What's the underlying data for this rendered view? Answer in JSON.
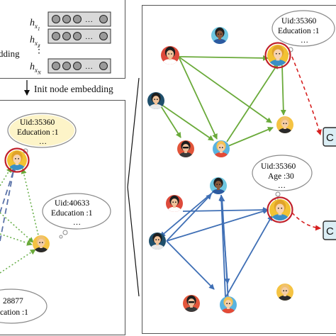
{
  "embedding": {
    "rows": [
      {
        "label_main": "h",
        "label_sub": "x",
        "label_idx": "1",
        "dots": "○ ○ ○  … ○"
      },
      {
        "label_main": "h",
        "label_sub": "x",
        "label_idx": "2",
        "dots": "○ ○ ○  … ○"
      },
      {
        "label_main": "h",
        "label_sub": "x",
        "label_idx": "N",
        "dots": "○ ○ ○  … ○"
      }
    ],
    "vertical_ellipsis": "⋮",
    "left_fragment": "dding"
  },
  "init_label": "Init node embedding",
  "left_graph": {
    "bubbles": [
      {
        "line1": "Uid:35360",
        "line2": "Education :1",
        "line3": "…"
      },
      {
        "line1": "Uid:40633",
        "line2": "Education :1",
        "line3": "…"
      },
      {
        "line1": "28877",
        "line2": "cation :1",
        "line3": ""
      }
    ]
  },
  "right_graph": {
    "bubbles": [
      {
        "line1": "Uid:35360",
        "line2": "Education :1",
        "line3": "…"
      },
      {
        "line1": "Uid:35360",
        "line2": "Age :30",
        "line3": "…"
      }
    ],
    "outputs": [
      {
        "label": "C"
      },
      {
        "label": "C"
      }
    ]
  },
  "colors": {
    "green": "#6aaa3a",
    "blue": "#3f6fb5",
    "red_dash": "#d62020",
    "green_dot": "#6ab04c",
    "output_fill": "#dbeef5",
    "output_border": "#2a2a2a"
  },
  "avatar_palette": {
    "woman": {
      "bg": "#f2c233",
      "hair": "#e1a22a",
      "skin": "#f7d3b0",
      "shirt": "#3a8fc6"
    },
    "man_cap": {
      "bg": "#dd4a3b",
      "hair": "#1d1d1d",
      "skin": "#f1c39b",
      "shirt": "#ffffff"
    },
    "man_dark": {
      "bg": "#6fc7e0",
      "hair": "#1d1d1d",
      "skin": "#8a5a3c",
      "shirt": "#2c5aa0"
    },
    "man_blond": {
      "bg": "#f5c342",
      "hair": "#f0c070",
      "skin": "#f4cda5",
      "shirt": "#2a2a2a"
    },
    "man_glasses": {
      "bg": "#e2553a",
      "hair": "#1d1d1d",
      "skin": "#f0c09b",
      "shirt": "#3a3a3a"
    },
    "girl_blond": {
      "bg": "#59b3e0",
      "hair": "#f3c154",
      "skin": "#f6d1ad",
      "shirt": "#e44a36"
    },
    "man_teal": {
      "bg": "#1f4f6b",
      "hair": "#1d1d1d",
      "skin": "#f1c39b",
      "shirt": "#e8e8e8"
    }
  }
}
